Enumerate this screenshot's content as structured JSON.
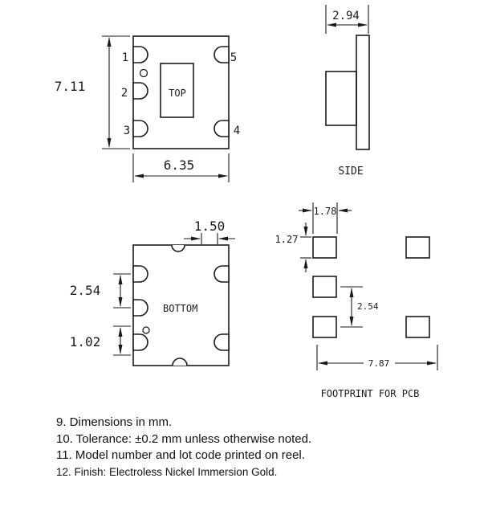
{
  "page": {
    "background": "#ffffff",
    "line_color": "#1a1a1a"
  },
  "drawing": {
    "top_view": {
      "label": "TOP",
      "pin_labels": [
        "1",
        "2",
        "3",
        "4",
        "5"
      ],
      "dim_height": "7.11",
      "dim_width": "6.35"
    },
    "side_view": {
      "label": "SIDE",
      "dim_width": "2.94"
    },
    "bottom_view": {
      "label": "BOTTOM",
      "dim_notch_width": "1.50",
      "dim_pad_pitch": "2.54",
      "dim_pad_offset": "1.02"
    },
    "footprint": {
      "label": "FOOTPRINT FOR PCB",
      "dim_pad_width": "1.78",
      "dim_pad_height": "1.27",
      "dim_pad_pitch": "2.54",
      "dim_overall_width": "7.87"
    }
  },
  "notes": [
    "9. Dimensions in mm.",
    "10. Tolerance: ±0.2 mm unless otherwise noted.",
    "11. Model number and lot code printed on reel.",
    "12. Finish: Electroless Nickel Immersion Gold."
  ]
}
